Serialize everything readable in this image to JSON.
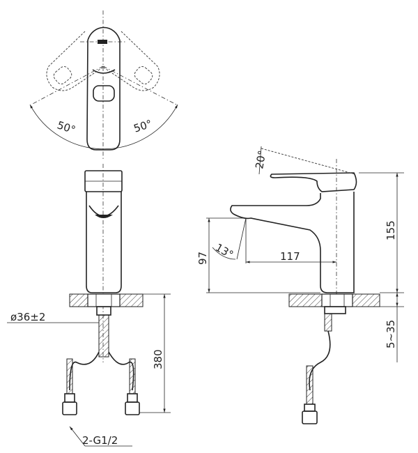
{
  "top_view": {
    "angle_left": "50°",
    "angle_right": "50°"
  },
  "front_view": {
    "diameter": "ø36±2",
    "hose_length": "380",
    "connection": "2-G1/2"
  },
  "side_view": {
    "lever_angle": "20°",
    "height": "155",
    "spout_height": "97",
    "spout_angle": "13°",
    "reach": "117",
    "deck_thickness": "5~35"
  }
}
